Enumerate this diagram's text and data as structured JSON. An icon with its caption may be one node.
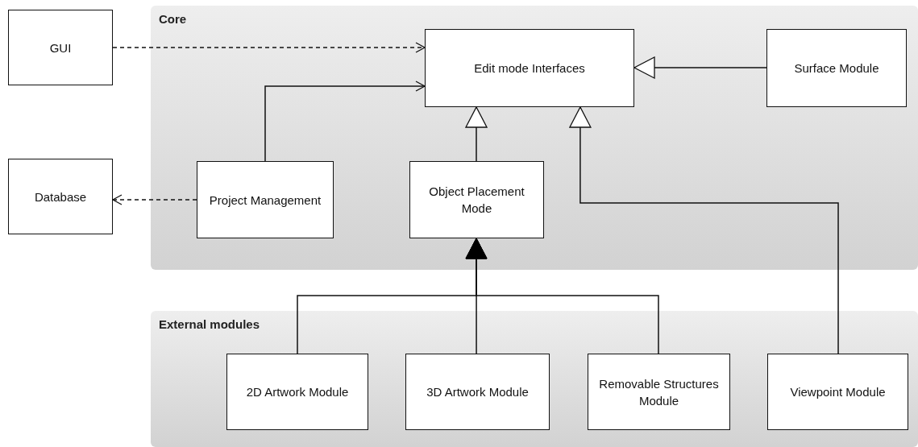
{
  "diagram": {
    "nodes": [
      {
        "text": [
          "GUI"
        ]
      },
      {
        "text": [
          "Core"
        ]
      },
      {
        "text": [
          "Edit mode Interfaces"
        ],
        "in": 1
      },
      {
        "text": [
          "Surface Module"
        ],
        "in": 1
      },
      {
        "text": [
          "Database"
        ]
      },
      {
        "text": [
          "Project Management"
        ],
        "in": 1
      },
      {
        "text": [
          "Object Placement Mode"
        ],
        "in": 1
      },
      {
        "text": [
          "External modules"
        ]
      },
      {
        "text": [
          "2D Artwork Module"
        ],
        "in": 7
      },
      {
        "text": [
          "3D Artwork Module"
        ],
        "in": 7
      },
      {
        "text": [
          "Removable Structures Module"
        ],
        "in": 7
      },
      {
        "text": [
          "Viewpoint Module"
        ],
        "in": 7
      }
    ],
    "edges": [
      {
        "from": 0,
        "to": 2,
        "arrow": "to",
        "style": "dashed"
      },
      {
        "from": 5,
        "to": 2,
        "arrow": "to"
      },
      {
        "from": 3,
        "to": 2,
        "arrow": "to"
      },
      {
        "from": 6,
        "to": 2,
        "arrow": "to"
      },
      {
        "from": 5,
        "to": 4,
        "arrow": "to",
        "style": "dashed"
      },
      {
        "from": 8,
        "to": 6,
        "arrow": "to"
      },
      {
        "from": 9,
        "to": 6,
        "arrow": "to"
      },
      {
        "from": 10,
        "to": 6,
        "arrow": "to"
      },
      {
        "from": 11,
        "to": 2,
        "arrow": "to"
      }
    ]
  }
}
